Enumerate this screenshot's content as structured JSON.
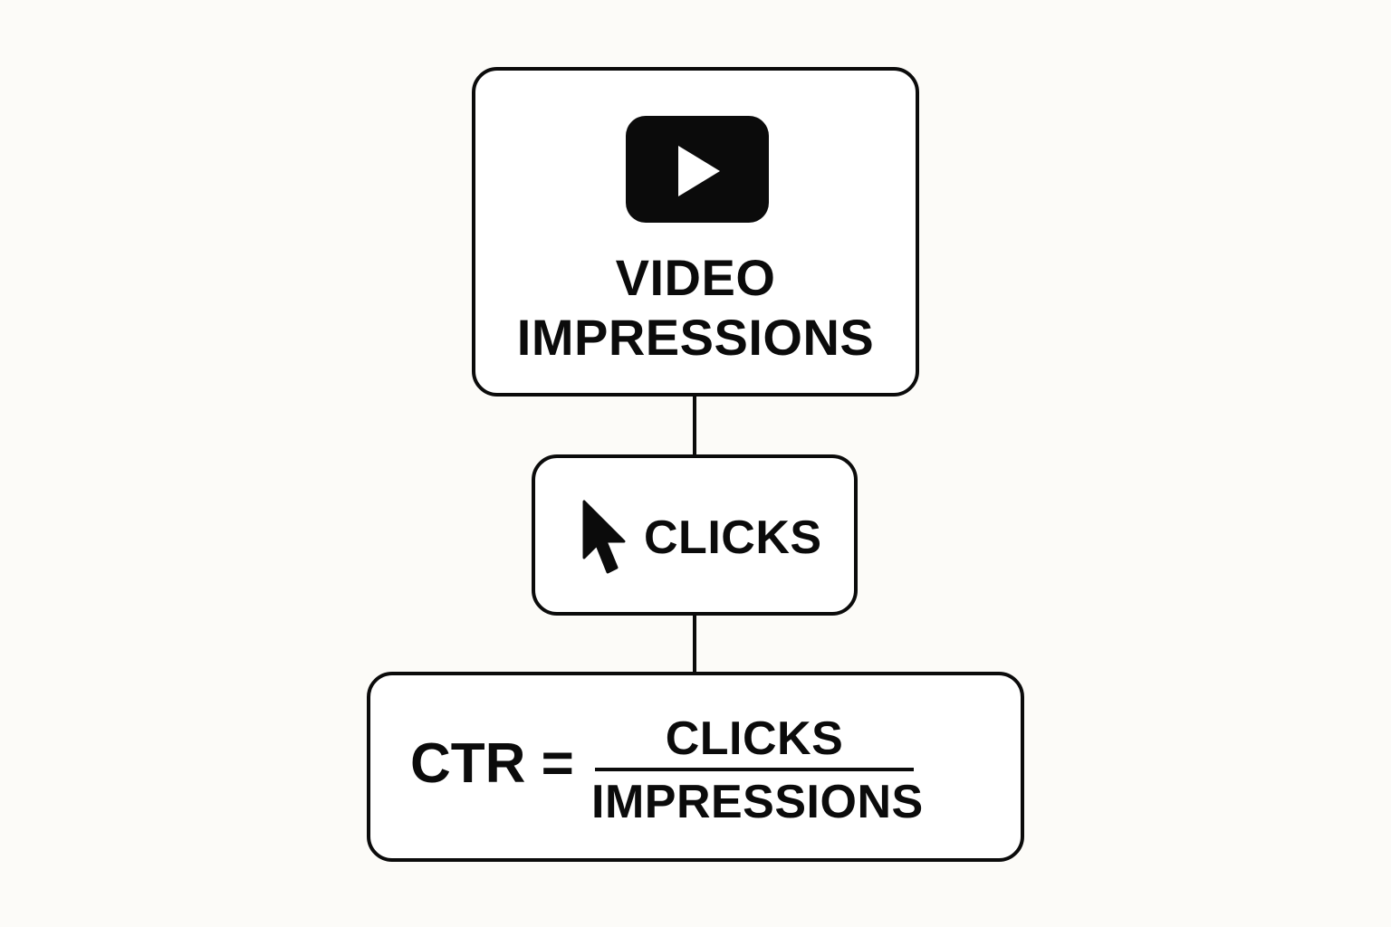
{
  "impressions_box": {
    "icon": "video-play-icon",
    "line1": "VIDEO",
    "line2": "IMPRESSIONS"
  },
  "clicks_box": {
    "icon": "cursor-arrow-icon",
    "label": "CLICKS"
  },
  "ctr_box": {
    "lhs": "CTR =",
    "numerator": "CLICKS",
    "denominator": "IMPRESSIONS"
  },
  "colors": {
    "ink": "#0b0b0b",
    "background": "#fcfbf8",
    "box_fill": "#ffffff"
  }
}
